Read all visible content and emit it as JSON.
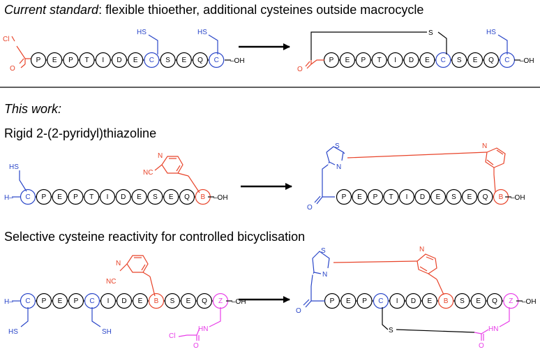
{
  "title_current_em": "Current standard",
  "title_current_rest": ": flexible thioether, additional cysteines outside macrocycle",
  "heading_this_work": "This work:",
  "heading_thiazoline": "Rigid 2-(2-pyridyl)thiazoline",
  "heading_selective": "Selective cysteine reactivity for controlled bicyclisation",
  "atoms": {
    "cl": "Cl",
    "o": "O",
    "oh": "–OH",
    "h": "H–",
    "sh": "SH",
    "hs": "HS",
    "s": "S",
    "n": "N",
    "nc": "NC",
    "hn": "HN"
  },
  "colors": {
    "black": "#000000",
    "red": "#e8442a",
    "blue": "#2a46c8",
    "magenta": "#e83ee8"
  },
  "rows": {
    "r1_left": [
      "P",
      "E",
      "P",
      "T",
      "I",
      "D",
      "E",
      "C",
      "S",
      "E",
      "Q",
      "C"
    ],
    "r1_right": [
      "P",
      "E",
      "P",
      "T",
      "I",
      "D",
      "E",
      "C",
      "S",
      "E",
      "Q",
      "C"
    ],
    "r2_left": [
      "C",
      "P",
      "E",
      "P",
      "T",
      "I",
      "D",
      "E",
      "S",
      "E",
      "Q",
      "B"
    ],
    "r2_right": [
      "P",
      "E",
      "P",
      "T",
      "I",
      "D",
      "E",
      "S",
      "E",
      "Q",
      "B"
    ],
    "r3_left": [
      "C",
      "P",
      "E",
      "P",
      "C",
      "I",
      "D",
      "E",
      "B",
      "S",
      "E",
      "Q",
      "Z"
    ],
    "r3_right": [
      "P",
      "E",
      "P",
      "C",
      "I",
      "D",
      "E",
      "B",
      "S",
      "E",
      "Q",
      "Z"
    ]
  }
}
